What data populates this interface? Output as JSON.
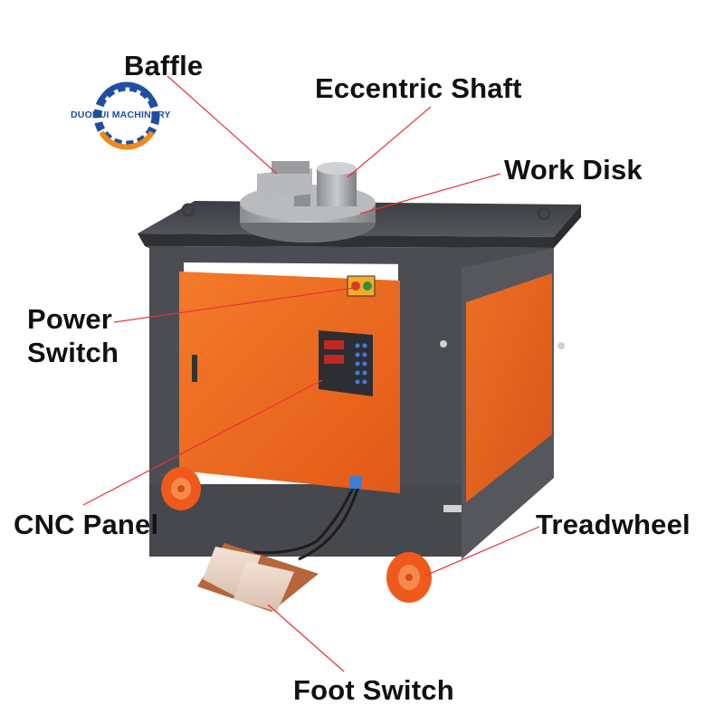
{
  "brand": {
    "logo_text": "DUORUI MACHINERY",
    "primary_color": "#1f4fa3",
    "accent_color": "#f28a1a"
  },
  "machine": {
    "name": "rebar-bending-machine",
    "body_color": "#e8641f",
    "frame_color": "#4b4d52",
    "wheel_color": "#ef5a1c"
  },
  "callouts": {
    "baffle": "Baffle",
    "eccentric_shaft": "Eccentric Shaft",
    "work_disk": "Work Disk",
    "power_switch_line1": "Power",
    "power_switch_line2": "Switch",
    "cnc_panel": "CNC Panel",
    "treadwheel": "Treadwheel",
    "foot_switch": "Foot Switch"
  },
  "leader_color": "#e8333a"
}
